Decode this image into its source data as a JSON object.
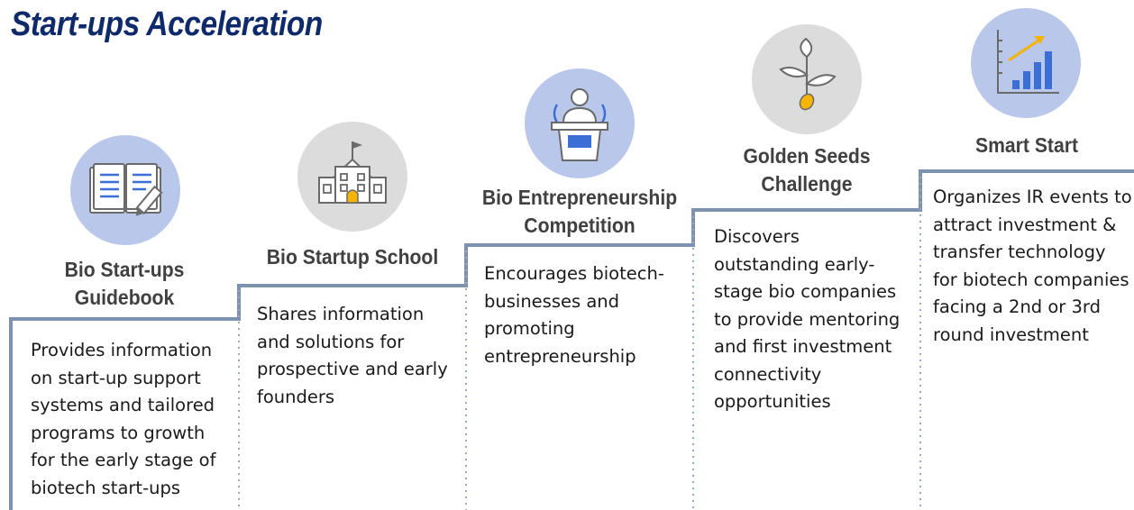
{
  "header": {
    "title": "Start-ups Acceleration"
  },
  "steps": [
    {
      "title": "Bio Start-ups\nGuidebook",
      "icon": "open-book-icon",
      "circle_color": "#b9c8ea",
      "description": "Provides information\non start-up support\nsystems and tailored\nprograms to growth\nfor the early stage of\nbiotech start-ups"
    },
    {
      "title": "Bio Startup School",
      "icon": "school-building-icon",
      "circle_color": "#dcdcdc",
      "description": "Shares information\nand solutions for\nprospective and early\nfounders"
    },
    {
      "title": "Bio Entrepreneurship\nCompetition",
      "icon": "speaker-podium-icon",
      "circle_color": "#b9c8ea",
      "description": "Encourages biotech-\nbusinesses and\npromoting\nentrepreneurship"
    },
    {
      "title": "Golden Seeds\nChallenge",
      "icon": "seedling-icon",
      "circle_color": "#dcdcdc",
      "description": "Discovers\noutstanding early-\nstage bio companies\nto provide mentoring\nand first investment\nconnectivity\nopportunities"
    },
    {
      "title": "Smart Start",
      "icon": "growth-chart-icon",
      "circle_color": "#b9c8ea",
      "description": "Organizes IR events to\nattract investment &\ntransfer technology\nfor biotech companies\nfacing a 2nd or 3rd\nround investment"
    }
  ],
  "colors": {
    "title": "#0f2a6b",
    "stair_line": "#7d92b0",
    "divider": "#9aa9c4",
    "icon_blue": "#3b6fd6",
    "icon_gold": "#f4b400"
  }
}
